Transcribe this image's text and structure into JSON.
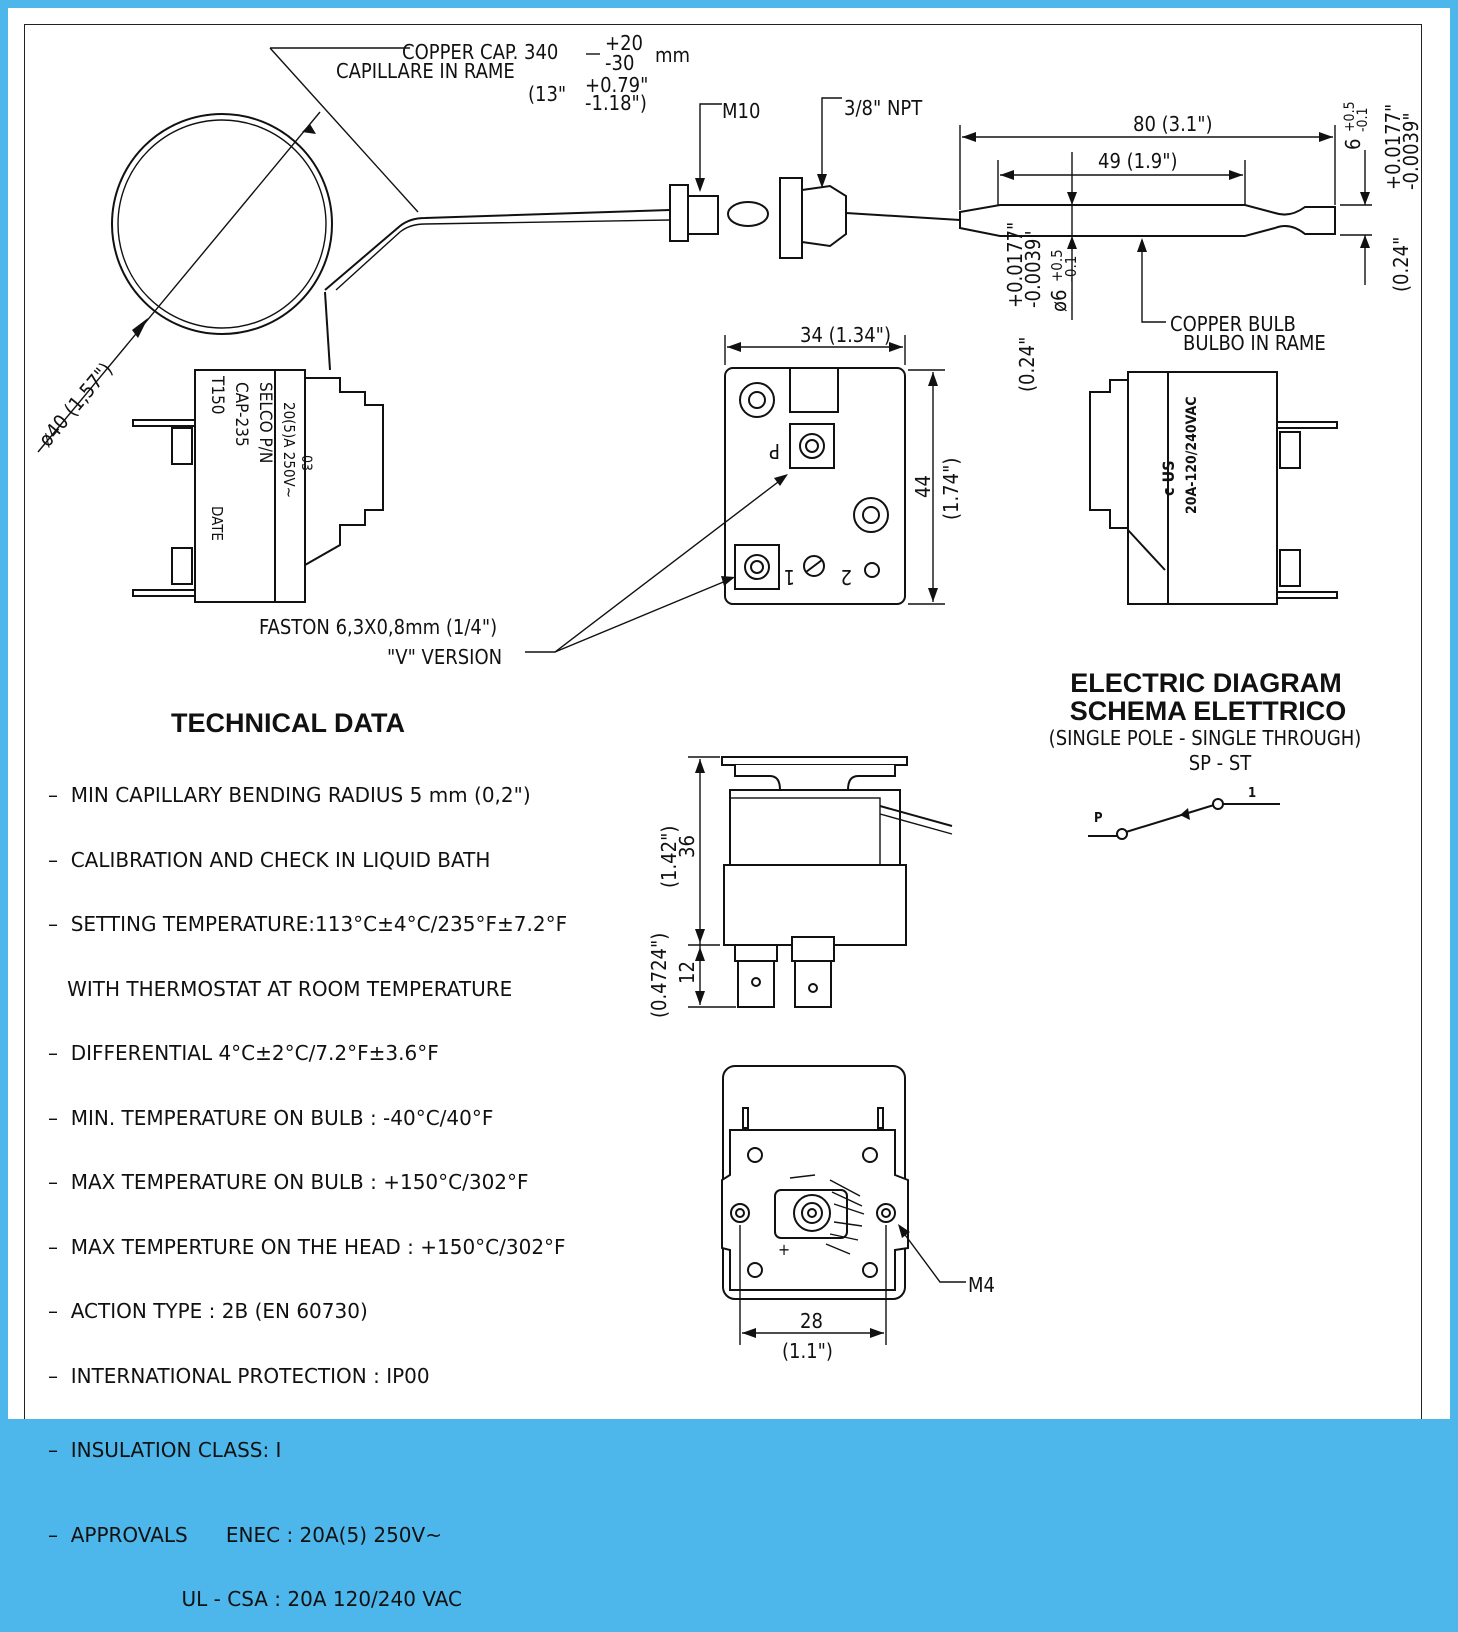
{
  "labels": {
    "copper_cap": "COPPER CAP. 340",
    "cap_tol_plus": "+20",
    "cap_tol_minus": "-30",
    "cap_unit": "mm",
    "capillare": "CAPILLARE IN RAME",
    "cap_inch": "(13\" ",
    "cap_inch_plus": "+0.79\"",
    "cap_inch_minus": "-1.18\")",
    "m10": "M10",
    "npt": "3/8\" NPT",
    "dim80": "80 (3.1\")",
    "dim49": "49 (1.9\")",
    "tol6": "6",
    "tol6_plus": "+0.5",
    "tol6_minus": "-0.1",
    "tol_inch_plus": "+0.0177\"",
    "tol_inch_minus": "-0.0039\"",
    "inch024": "(0.24\"",
    "phi6": "ø6",
    "copper_bulb": "COPPER BULB",
    "bulbo": "BULBO IN RAME",
    "phi40": "ø40 (1,57\")",
    "dim34": "34 (1.34\")",
    "dim44": "44",
    "dim44_inch": "(1.74\")",
    "faston": "FASTON 6,3X0,8mm (1/4\")",
    "v_version": "\"V\" VERSION",
    "term_p": "P",
    "term_1": "1",
    "term_2": "2",
    "selco": "SELCO P/N",
    "cap235": "CAP-235",
    "t150": "T150",
    "rating": "20(5)A 250V~",
    "mark03": "03",
    "date": "DATE",
    "ul_rating": "20A-120/240VAC",
    "c_us": "c US",
    "electric_diagram": "ELECTRIC DIAGRAM",
    "schema": "SCHEMA ELETTRICO",
    "single_pole": "(SINGLE POLE - SINGLE THROUGH)",
    "sp_st": "SP - ST",
    "dim36": "36",
    "dim36_inch": "(1.42\")",
    "dim12": "12",
    "dim12_inch": "(0.4724\")",
    "m4": "M4",
    "dim28": "28",
    "dim28_inch": "(1.1\")"
  },
  "technical_data": {
    "title": "TECHNICAL DATA",
    "items": [
      "MIN CAPILLARY BENDING RADIUS 5 mm (0,2\")",
      "CALIBRATION AND CHECK IN LIQUID BATH",
      "SETTING TEMPERATURE:113°C±4°C/235°F±7.2°F",
      "WITH THERMOSTAT AT ROOM TEMPERATURE",
      "DIFFERENTIAL 4°C±2°C/7.2°F±3.6°F",
      "MIN. TEMPERATURE ON BULB : -40°C/40°F",
      "MAX TEMPERATURE ON BULB : +150°C/302°F",
      "MAX TEMPERTURE ON THE HEAD : +150°C/302°F",
      "ACTION TYPE : 2B (EN 60730)",
      "INTERNATIONAL PROTECTION : IP00",
      "INSULATION CLASS: I",
      "APPROVALS",
      "ENEC : 20A(5) 250V~",
      "UL - CSA : 20A 120/240 VAC"
    ]
  },
  "colors": {
    "border": "#4db6ea",
    "ink": "#111111",
    "paper": "#ffffff"
  }
}
